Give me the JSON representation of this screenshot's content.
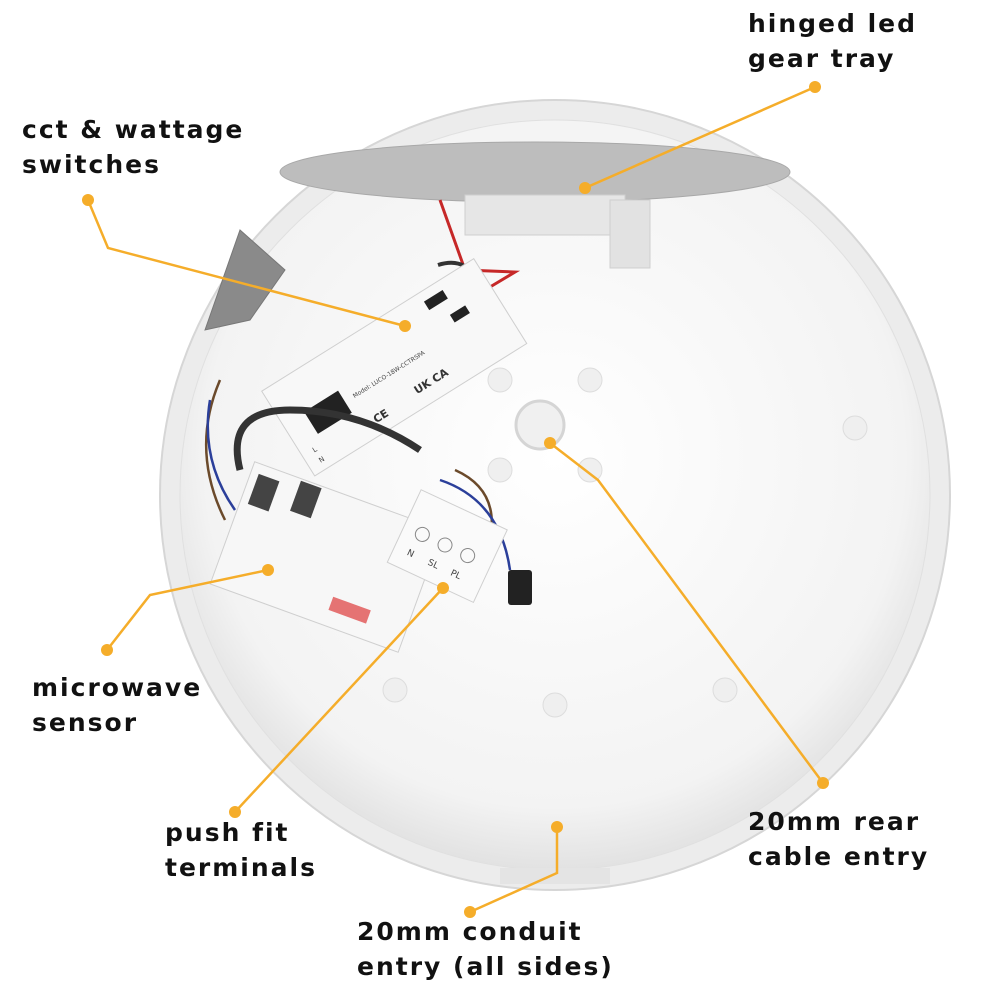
{
  "colors": {
    "callout": "#f5ad2a",
    "housing": "#f2f2f2",
    "text": "#111111"
  },
  "callouts": [
    {
      "id": "gear-tray",
      "lines": [
        "hinged led",
        "gear tray"
      ]
    },
    {
      "id": "switches",
      "lines": [
        "cct & wattage",
        "switches"
      ]
    },
    {
      "id": "sensor",
      "lines": [
        "microwave",
        "sensor"
      ]
    },
    {
      "id": "terminals",
      "lines": [
        "push fit",
        "terminals"
      ]
    },
    {
      "id": "rear-entry",
      "lines": [
        "20mm rear",
        "cable entry"
      ]
    },
    {
      "id": "conduit",
      "lines": [
        "20mm conduit",
        "entry (all sides)"
      ]
    }
  ],
  "driver_label": {
    "model": "Model: LUCO-18W-CCTRSPA",
    "terminals": [
      "L",
      "N"
    ],
    "marks": [
      "UK CA",
      "CE"
    ]
  },
  "terminal_block_marks": [
    "N",
    "SL",
    "PL"
  ]
}
